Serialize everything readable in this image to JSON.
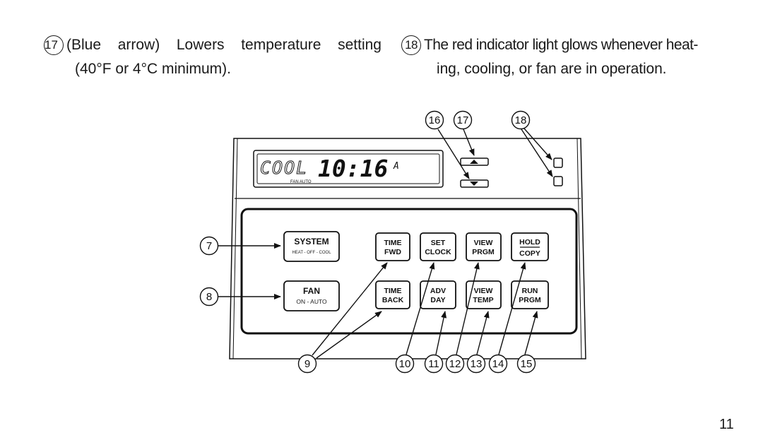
{
  "item17": {
    "number": "17",
    "line1": "(Blue arrow) Lowers temperature setting",
    "line2": "(40°F or 4°C minimum)."
  },
  "item18": {
    "number": "18",
    "line1": "The red indicator light glows whenever heat-",
    "line2": "ing, cooling, or fan are in operation."
  },
  "display": {
    "mode": "COOL",
    "time": "10:16",
    "ampm": "A",
    "fan_status": "FAN AUTO"
  },
  "buttons": {
    "system": {
      "label": "SYSTEM",
      "sub": "HEAT - OFF - COOL"
    },
    "fan": {
      "label": "FAN",
      "sub": "ON - AUTO"
    },
    "time_fwd": {
      "line1": "TIME",
      "line2": "FWD"
    },
    "set_clock": {
      "line1": "SET",
      "line2": "CLOCK"
    },
    "view_prgm": {
      "line1": "VIEW",
      "line2": "PRGM"
    },
    "hold_copy": {
      "line1": "HOLD",
      "line2": "COPY"
    },
    "time_back": {
      "line1": "TIME",
      "line2": "BACK"
    },
    "adv_day": {
      "line1": "ADV",
      "line2": "DAY"
    },
    "view_temp": {
      "line1": "VIEW",
      "line2": "TEMP"
    },
    "run_prgm": {
      "line1": "RUN",
      "line2": "PRGM"
    }
  },
  "callouts": {
    "c7": "7",
    "c8": "8",
    "c9": "9",
    "c10": "10",
    "c11": "11",
    "c12": "12",
    "c13": "13",
    "c14": "14",
    "c15": "15",
    "c16": "16",
    "c17": "17",
    "c18": "18"
  },
  "page_number": "11"
}
